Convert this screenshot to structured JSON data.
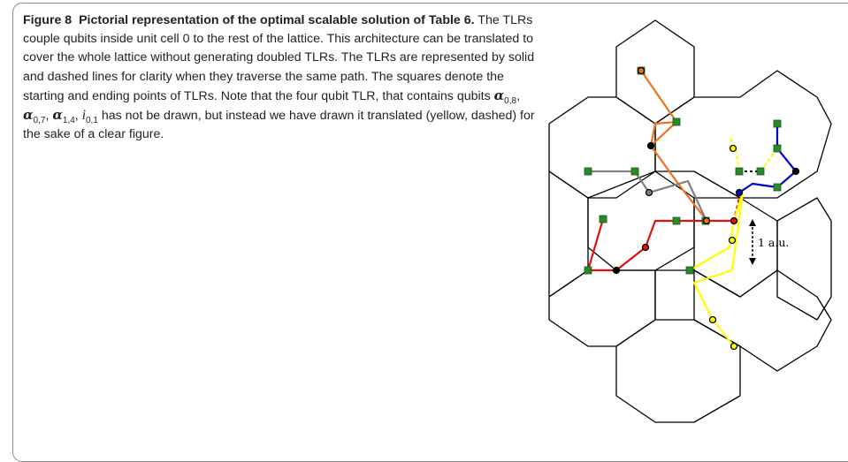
{
  "caption": {
    "label": "Figure 8",
    "title_bold": "Pictorial representation of the optimal scalable solution of Table 6.",
    "text_1": " The TLRs couple qubits inside unit cell 0 to the rest of the lattice. This architecture can be translated to cover the whole lattice without generating doubled TLRs. The TLRs are represented by solid and dashed lines for clarity when they traverse the same path. The squares denote the starting and ending points of TLRs. Note that the four qubit TLR, that contains qubits ",
    "sym_alpha": "α",
    "sub_08": "0,8",
    "sub_07": "0,7",
    "sub_14": "1,4",
    "sym_i": "i",
    "sub_01": "0,1",
    "sep": ", ",
    "text_2": " has not be drawn, but instead we have drawn it translated (yellow, dashed) for the sake of a clear figure."
  },
  "figure": {
    "distance_label": "1 a.u.",
    "colors": {
      "orange": "#f07020",
      "gray": "#808080",
      "red": "#e01010",
      "yellow": "#ffff00",
      "blue": "#0000d0",
      "square_fill": "#2a8a2a",
      "lattice": "#000000"
    }
  }
}
